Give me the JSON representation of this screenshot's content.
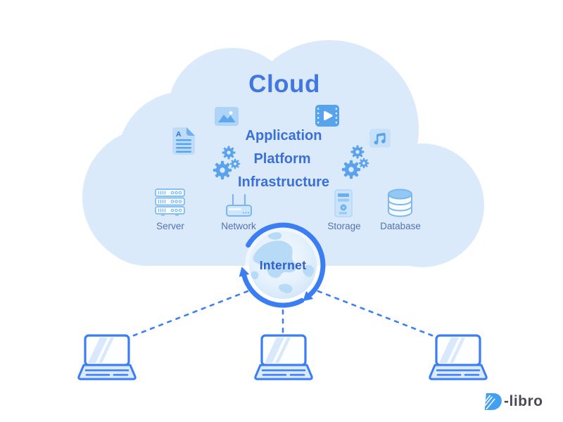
{
  "cloud": {
    "title": "Cloud",
    "layers": [
      "Application",
      "Platform",
      "Infrastructure"
    ],
    "infrastructure": [
      {
        "label": "Server",
        "icon": "server-icon"
      },
      {
        "label": "Network",
        "icon": "network-icon"
      },
      {
        "label": "Storage",
        "icon": "storage-icon"
      },
      {
        "label": "Database",
        "icon": "database-icon"
      }
    ],
    "content_icons": [
      "document-icon",
      "image-icon",
      "video-icon",
      "music-icon",
      "gears-icon-left",
      "gears-icon-right"
    ]
  },
  "icons": {
    "document_letter": "A"
  },
  "internet": {
    "label": "Internet",
    "icon": "globe-sync-icon"
  },
  "clients": {
    "type": "laptop",
    "count": 3
  },
  "logo": {
    "mark": "D",
    "text": "-libro"
  },
  "colors": {
    "background": "#ffffff",
    "cloud_fill": "#dbeafb",
    "primary_blue": "#3b7df2",
    "heading_text": "#4377e0",
    "layer_text": "#3a6ed9",
    "label_text": "#5173ae",
    "internet_text": "#2e5fc8",
    "icon_blue": "#57a3ec",
    "icon_light_blue": "#bedcf8",
    "logo_mark": "#41a0f1",
    "logo_text": "#4a4a52"
  }
}
